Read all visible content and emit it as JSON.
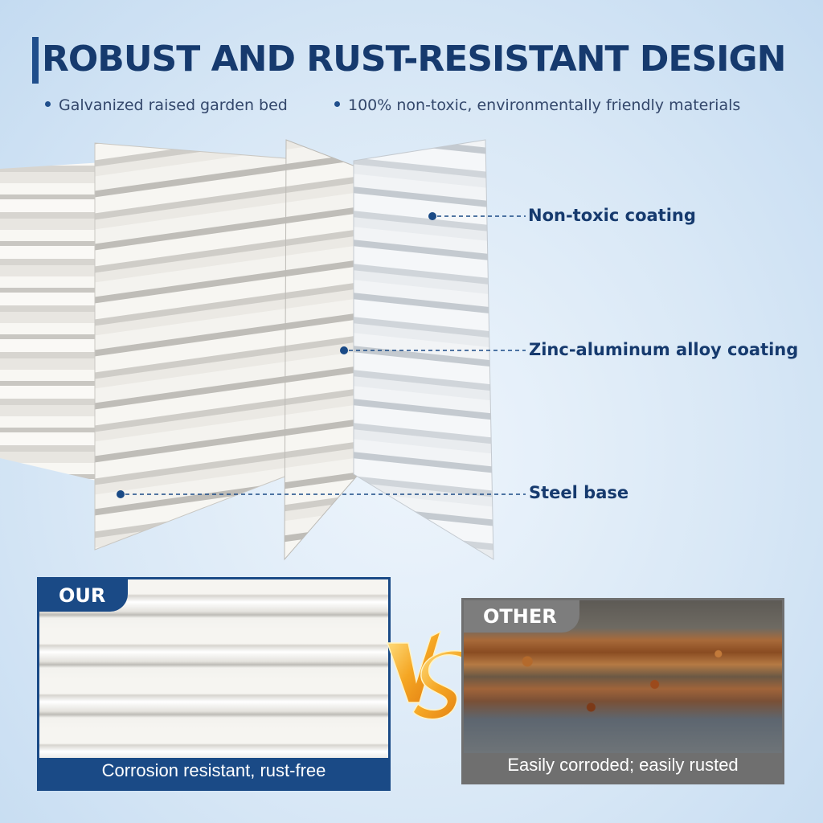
{
  "header": {
    "title": "ROBUST AND RUST-RESISTANT DESIGN",
    "bullets": [
      "Galvanized raised garden bed",
      "100% non-toxic, environmentally friendly materials"
    ]
  },
  "callouts": [
    "Non-toxic coating",
    "Zinc-aluminum alloy coating",
    "Steel base"
  ],
  "comparison": {
    "our_tag": "OUR",
    "our_caption": "Corrosion resistant, rust-free",
    "vs_label": "VS",
    "other_tag": "OTHER",
    "other_caption": "Easily corroded; easily rusted"
  },
  "colors": {
    "navy": "#163a6e",
    "accent_blue": "#1f4e8c",
    "vs_gold": "#f2a530",
    "other_gray": "#7d7d7d"
  },
  "icons": [
    "bullet-dot-icon",
    "callout-dot-icon",
    "vs-icon"
  ]
}
